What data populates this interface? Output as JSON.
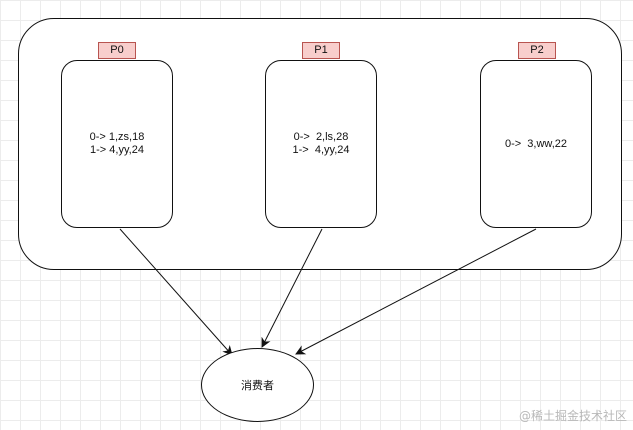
{
  "partitions": [
    {
      "tag": "P0",
      "lines": [
        "0-> 1,zs,18",
        "1-> 4,yy,24"
      ]
    },
    {
      "tag": "P1",
      "lines": [
        "0->  2,ls,28",
        "1->  4,yy,24"
      ]
    },
    {
      "tag": "P2",
      "lines": [
        "0->  3,ww,22"
      ]
    }
  ],
  "consumer": {
    "label": "消费者"
  },
  "watermark": "@稀土掘金技术社区",
  "colors": {
    "tag_fill": "#f8cecc",
    "tag_border": "#b85450",
    "stroke": "#111111"
  }
}
